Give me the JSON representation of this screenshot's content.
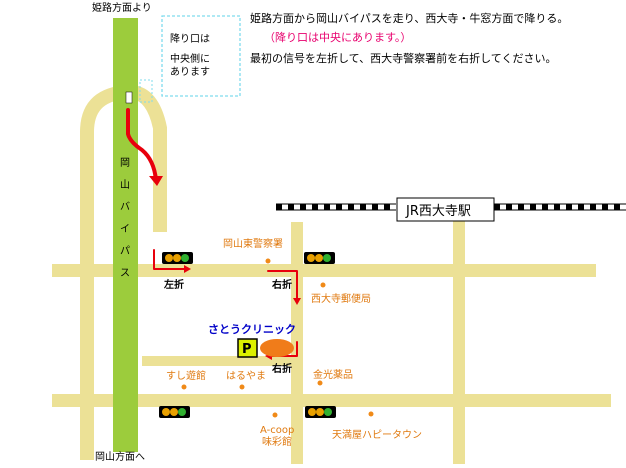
{
  "instructions": {
    "line1": "姫路方面から岡山バイパスを走り、西大寺・牛窓方面で降りる。",
    "line2": "（降り口は中央にあります。）",
    "line3": "最初の信号を左折して、西大寺警察署前を右折してください。"
  },
  "exit_note": {
    "line1": "降り口は",
    "line2": "中央側に",
    "line3": "あります"
  },
  "direction_labels": {
    "top": "姫路方面より",
    "bottom": "岡山方面へ",
    "bypass": [
      "岡",
      "山",
      "バ",
      "イ",
      "パ",
      "ス"
    ]
  },
  "station": "JR西大寺駅",
  "clinic": "さとうクリニック",
  "parking": "P",
  "turns": {
    "left": "左折",
    "right1": "右折",
    "right2": "右折"
  },
  "places": {
    "police": "岡山東警察署",
    "post": "西大寺郵便局",
    "sushi": "すし遊館",
    "haruyama": "はるやま",
    "kinko": "金光薬品",
    "acoop_line1": "A-coop",
    "acoop_line2": "味彩館",
    "tenmaya": "天満屋ハピータウン"
  },
  "colors": {
    "road": "#ece196",
    "bypass": "#9ccc3c",
    "route": "#e8000c",
    "place_dot": "#f08a18",
    "clinic_marker": "#f07c1a",
    "exit_note_border": "#7fdcee",
    "instruction_highlight": "#e8006e",
    "clinic_text": "#0000c8",
    "parking_bg": "#dcf000"
  }
}
